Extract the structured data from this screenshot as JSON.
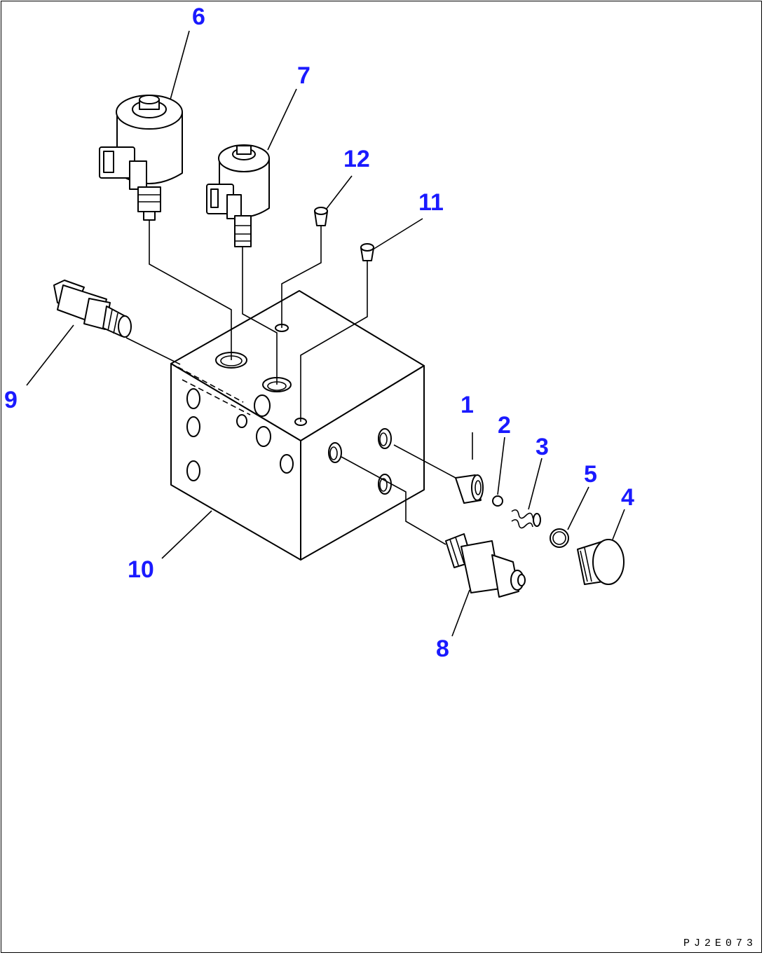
{
  "diagram": {
    "drawing_code": "PJ2E073",
    "label_color": "#1a1aff",
    "callouts": [
      {
        "id": "1",
        "text": "1"
      },
      {
        "id": "2",
        "text": "2"
      },
      {
        "id": "3",
        "text": "3"
      },
      {
        "id": "4",
        "text": "4"
      },
      {
        "id": "5",
        "text": "5"
      },
      {
        "id": "6",
        "text": "6"
      },
      {
        "id": "7",
        "text": "7"
      },
      {
        "id": "8",
        "text": "8"
      },
      {
        "id": "9",
        "text": "9"
      },
      {
        "id": "10",
        "text": "10"
      },
      {
        "id": "11",
        "text": "11"
      },
      {
        "id": "12",
        "text": "12"
      }
    ]
  }
}
